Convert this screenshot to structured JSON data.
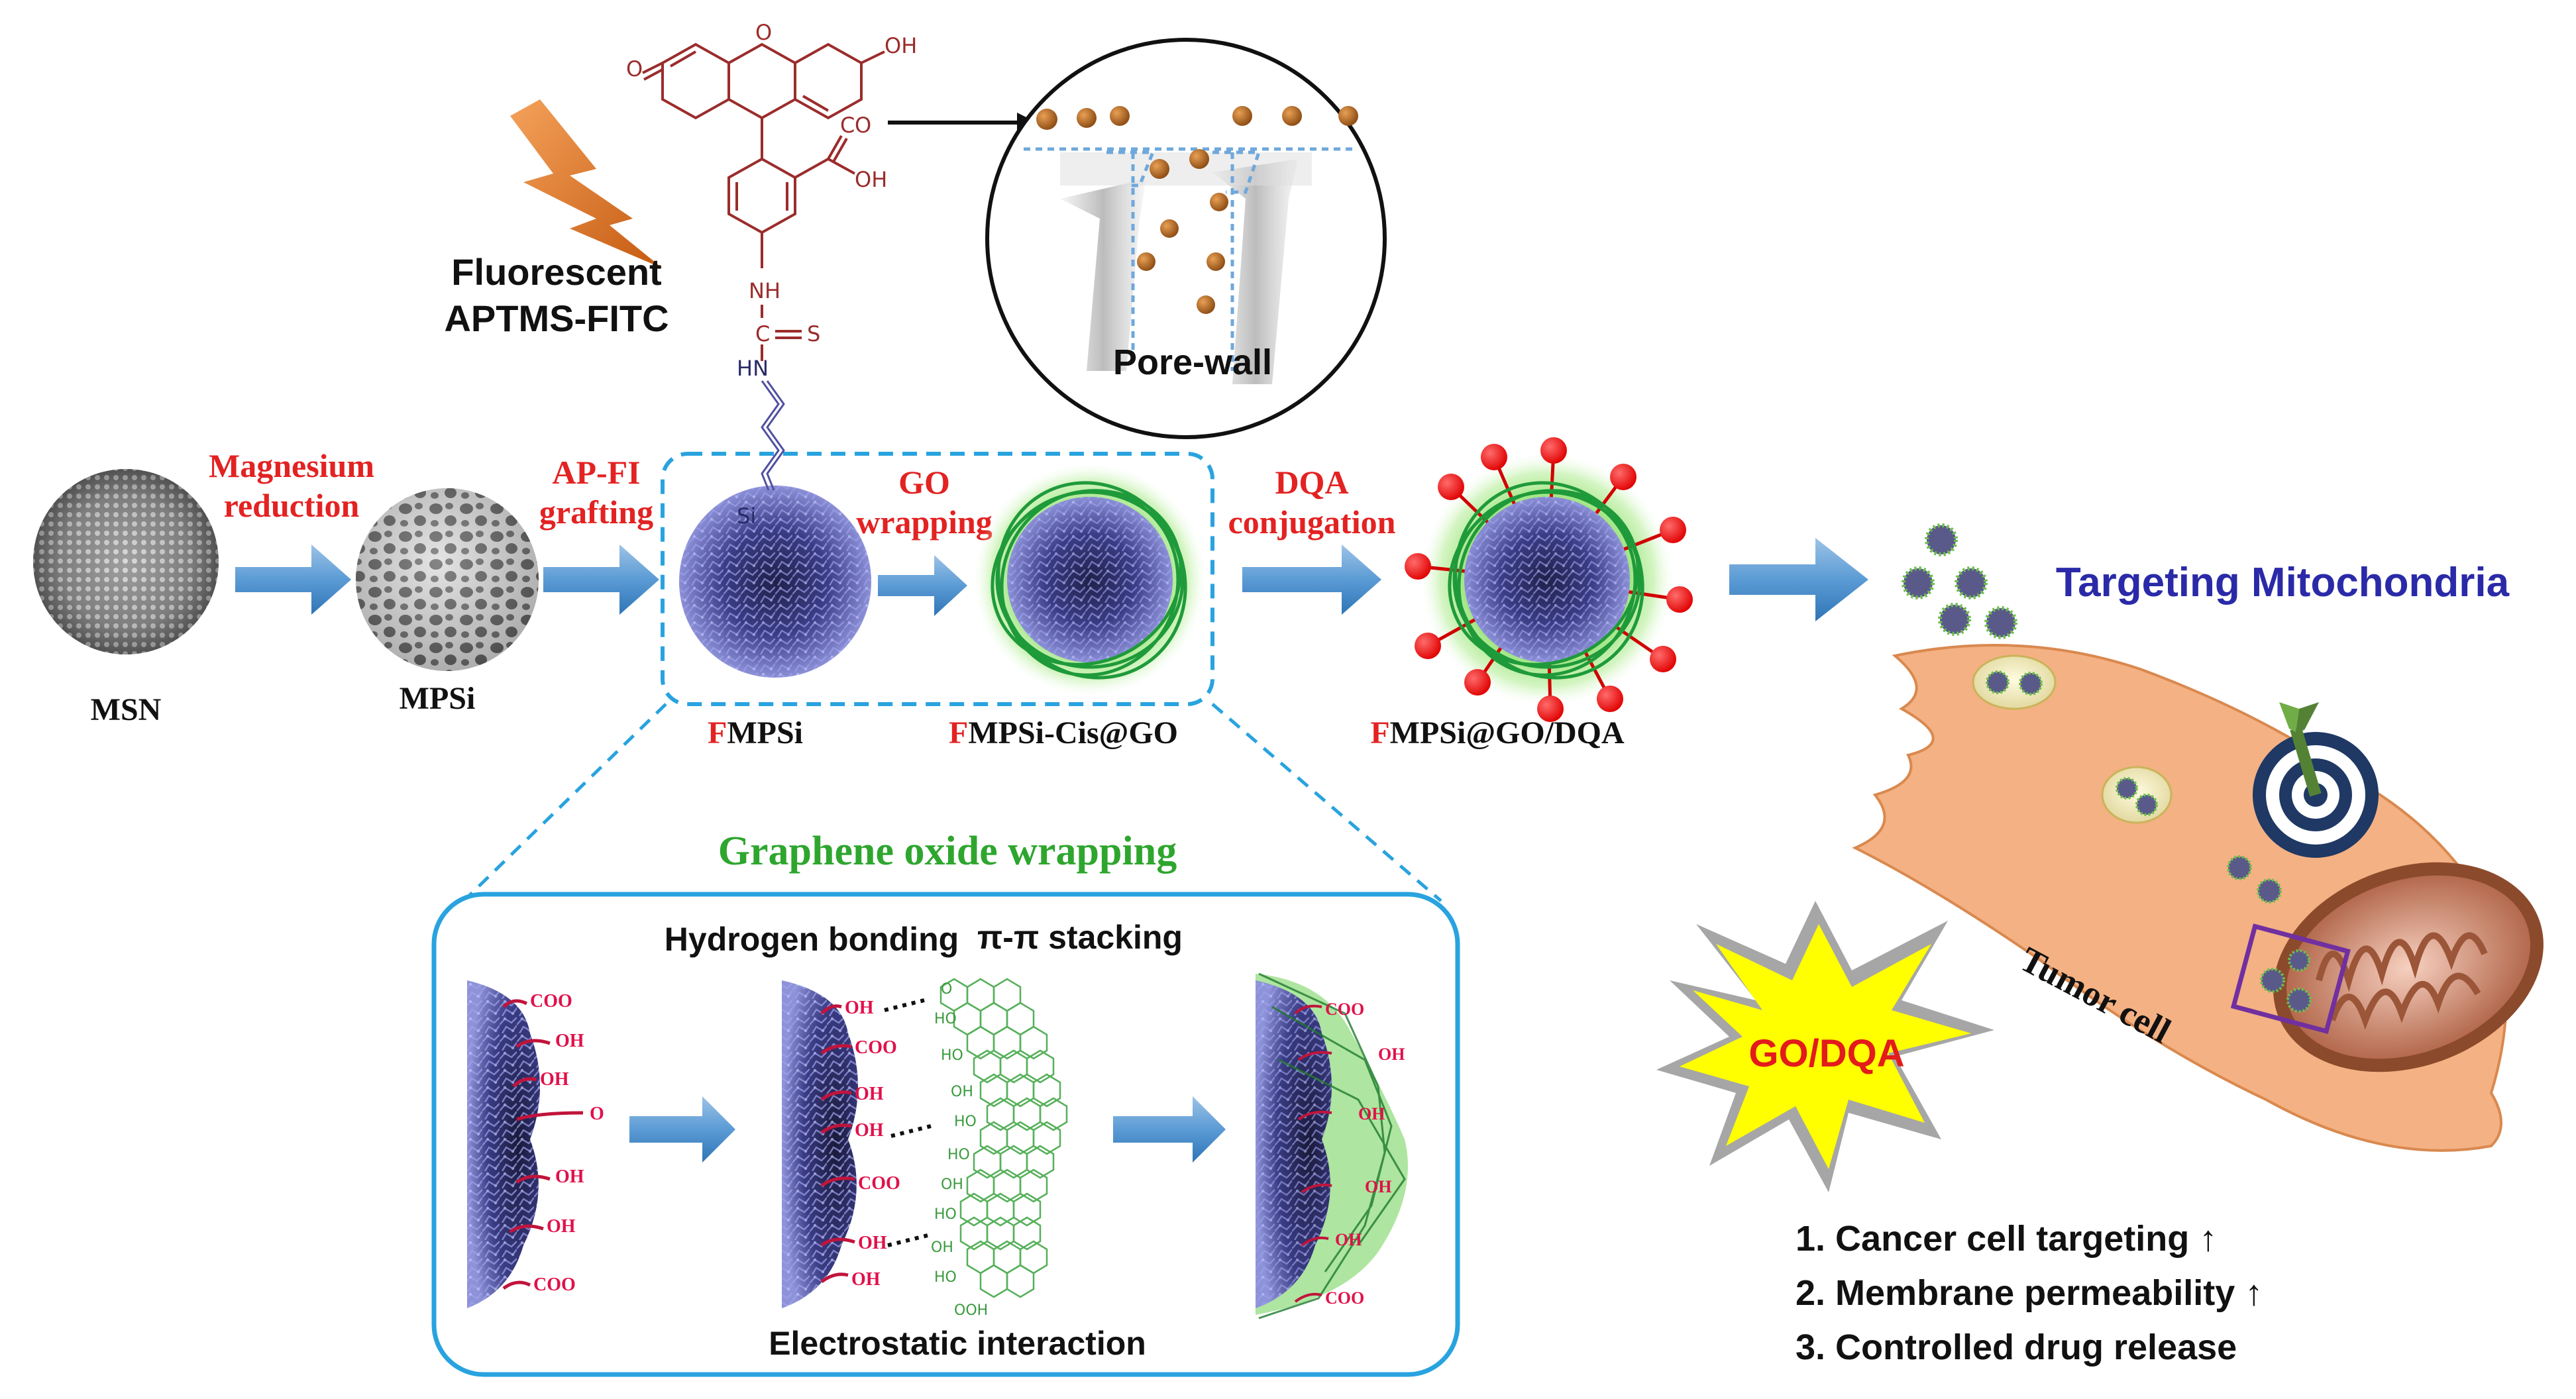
{
  "process": {
    "step1_label": "Magnesium",
    "step1_label2": "reduction",
    "step2_label": "AP-FI",
    "step2_label2": "grafting",
    "step3_label": "GO",
    "step3_label2": "wrapping",
    "step4_label": "DQA",
    "step4_label2": "conjugation"
  },
  "particles": {
    "msn": "MSN",
    "mpsi": "MPSi",
    "fmpsi_prefix": "F",
    "fmpsi_rest": "MPSi",
    "fcis_prefix": "F",
    "fcis_rest": "MPSi-Cis@GO",
    "fdqa_prefix": "F",
    "fdqa_rest": "MPSi@GO/DQA"
  },
  "molecule": {
    "title1": "Fluorescent",
    "title2": "APTMS-FITC",
    "o_left": "O",
    "o_ring": "O",
    "oh_right": "OH",
    "c_acid": "C",
    "o_acid": "O",
    "oh_acid": "OH",
    "nh": "NH",
    "c_thio": "C",
    "s_thio": "S",
    "hn": "HN",
    "si": "Si"
  },
  "pore": {
    "label": "Pore-wall"
  },
  "wrapping": {
    "title": "Graphene oxide wrapping",
    "hbond": "Hydrogen bonding",
    "pipi": "π-π stacking",
    "electro": "Electrostatic interaction",
    "left_groups": [
      "COO",
      "OH",
      "OH",
      "O",
      "OH",
      "OH",
      "COO"
    ],
    "mid_groups": [
      "OH",
      "COO",
      "OH",
      "OH",
      "COO",
      "OH",
      "OH"
    ],
    "go_groups": [
      "O",
      "HO",
      "HO",
      "OH",
      "HO",
      "HO",
      "OH",
      "HO",
      "OH",
      "HO",
      "OOH"
    ],
    "right_groups": [
      "COO",
      "OH",
      "OH",
      "OH",
      "OH",
      "COO"
    ]
  },
  "cell": {
    "title": "Targeting Mitochondria",
    "tumor": "Tumor cell",
    "burst": "GO/DQA",
    "benefits": [
      "1.  Cancer cell targeting ↑",
      "2.  Membrane permeability ↑",
      "3.  Controlled drug release"
    ]
  },
  "colors": {
    "red_label": "#e32222",
    "blue_title": "#2a2aa8",
    "green_title": "#2ea62e",
    "arrow_blue": "#5b9bd5",
    "dash_blue": "#29a3df",
    "cell_fill": "#f4b183",
    "burst_fill": "#ffff00"
  }
}
